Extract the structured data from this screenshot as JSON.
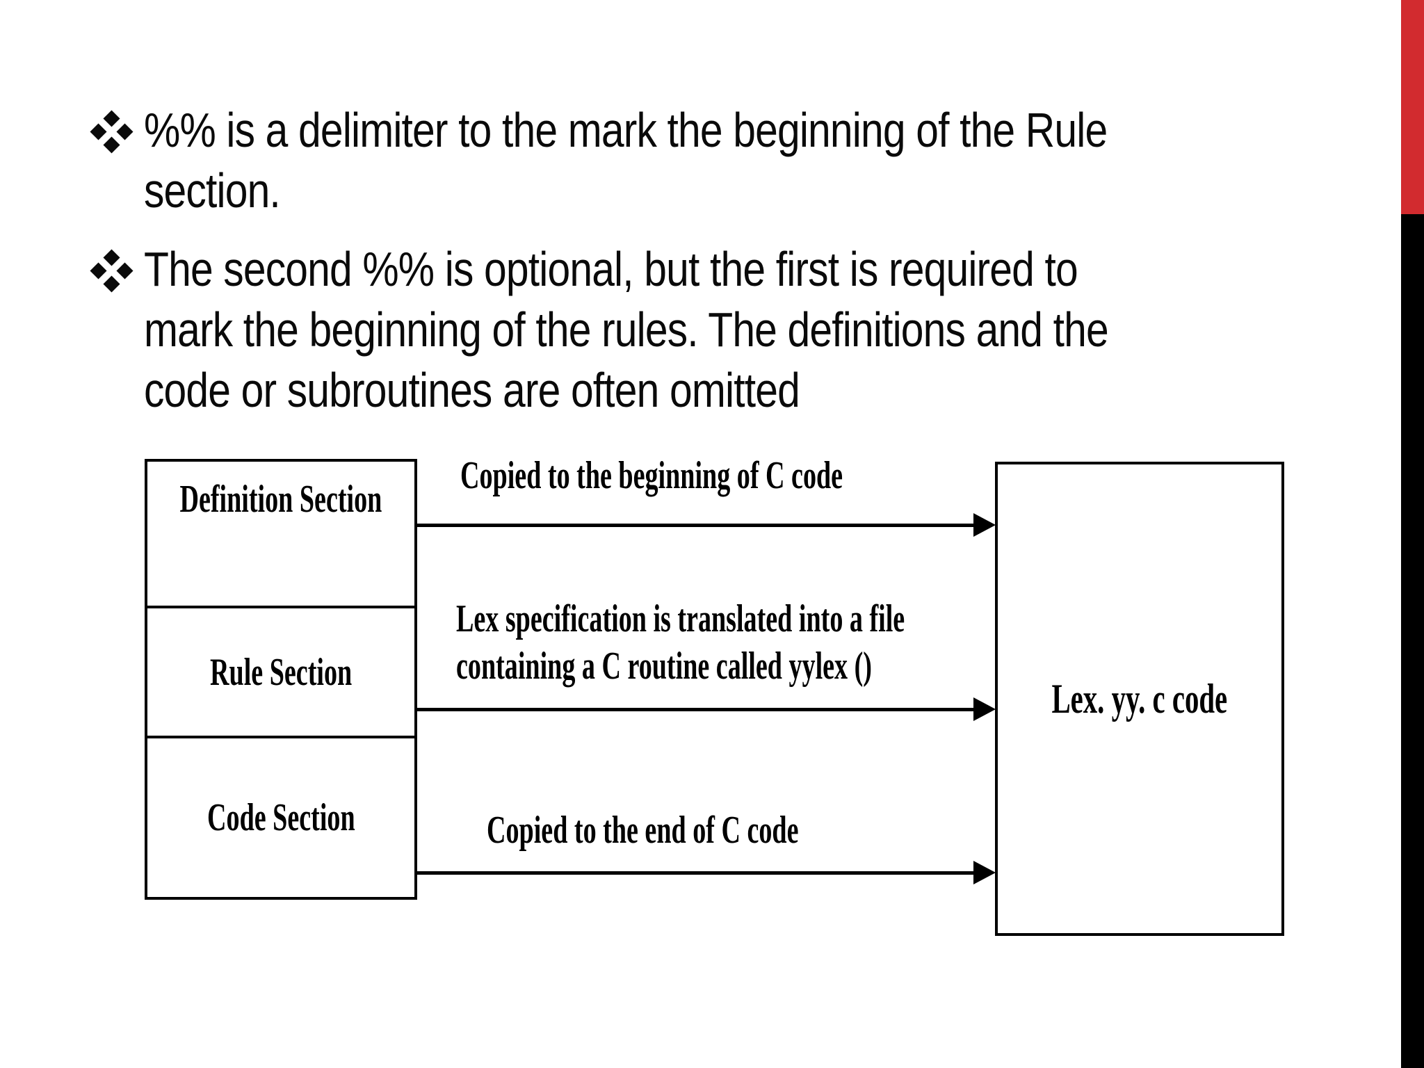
{
  "slide": {
    "background": "#ffffff",
    "accent_colors": {
      "red_bar": "#d22b2f",
      "black_bar": "#000000",
      "text": "#0a0a0a"
    }
  },
  "bullets": [
    {
      "marker": "❖",
      "lines": [
        "%% is a delimiter to the mark the beginning of the Rule",
        "section."
      ]
    },
    {
      "marker": "❖",
      "lines": [
        "The second %% is optional, but the first is required to",
        "mark the beginning of the rules. The definitions and the",
        "code or subroutines are often omitted"
      ]
    }
  ],
  "diagram": {
    "left_boxes": [
      {
        "label": "Definition Section"
      },
      {
        "label": "Rule Section"
      },
      {
        "label": "Code Section"
      }
    ],
    "right_box": {
      "label": "Lex. yy. c code"
    },
    "arrows": [
      {
        "label_lines": [
          "Copied to the beginning of C code"
        ]
      },
      {
        "label_lines": [
          "Lex specification is translated into a file",
          "containing a C routine called yylex ()"
        ]
      },
      {
        "label_lines": [
          "Copied to the end of C code"
        ]
      }
    ]
  }
}
